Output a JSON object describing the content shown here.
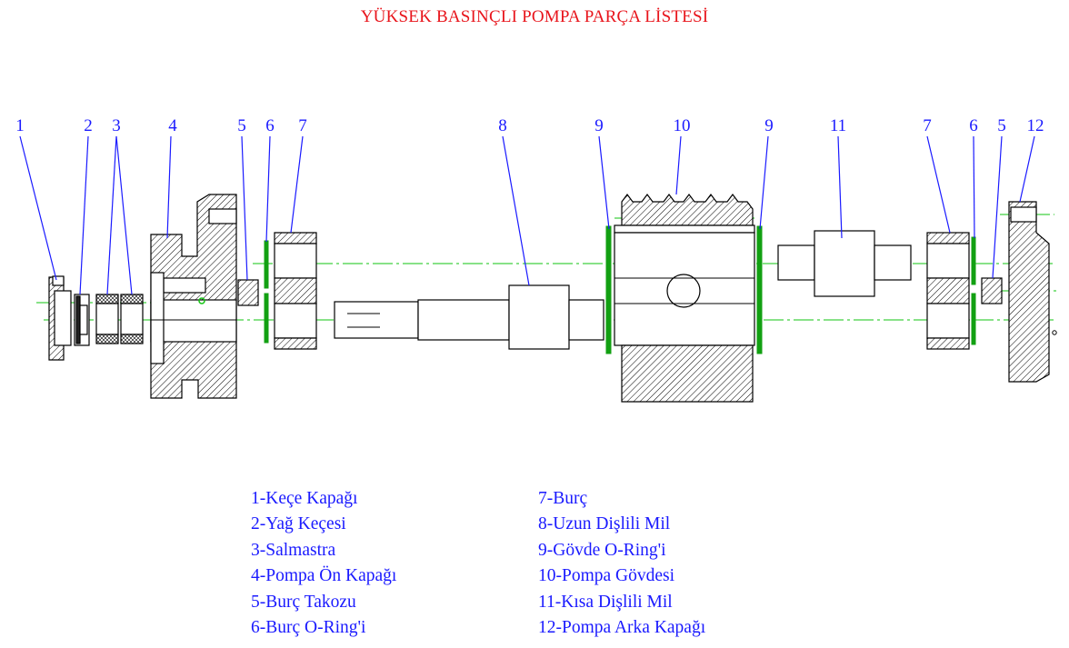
{
  "title": "YÜKSEK BASINÇLI POMPA PARÇA LİSTESİ",
  "colors": {
    "title": "#e8141b",
    "labels": "#1a1aff",
    "centerlines": "#12c412",
    "outline": "#000000"
  },
  "callouts": [
    "1",
    "2",
    "3",
    "4",
    "5",
    "6",
    "7",
    "8",
    "9",
    "10",
    "9",
    "11",
    "7",
    "6",
    "5",
    "12"
  ],
  "legend": {
    "left": [
      "1-Keçe Kapağı",
      "2-Yağ Keçesi",
      "3-Salmastra",
      "4-Pompa Ön Kapağı",
      "5-Burç Takozu",
      "6-Burç O-Ring'i"
    ],
    "right": [
      "7-Burç",
      "8-Uzun Dişlili Mil",
      "9-Gövde O-Ring'i",
      "10-Pompa Gövdesi",
      "11-Kısa Dişlili Mil",
      "12-Pompa Arka Kapağı"
    ]
  }
}
